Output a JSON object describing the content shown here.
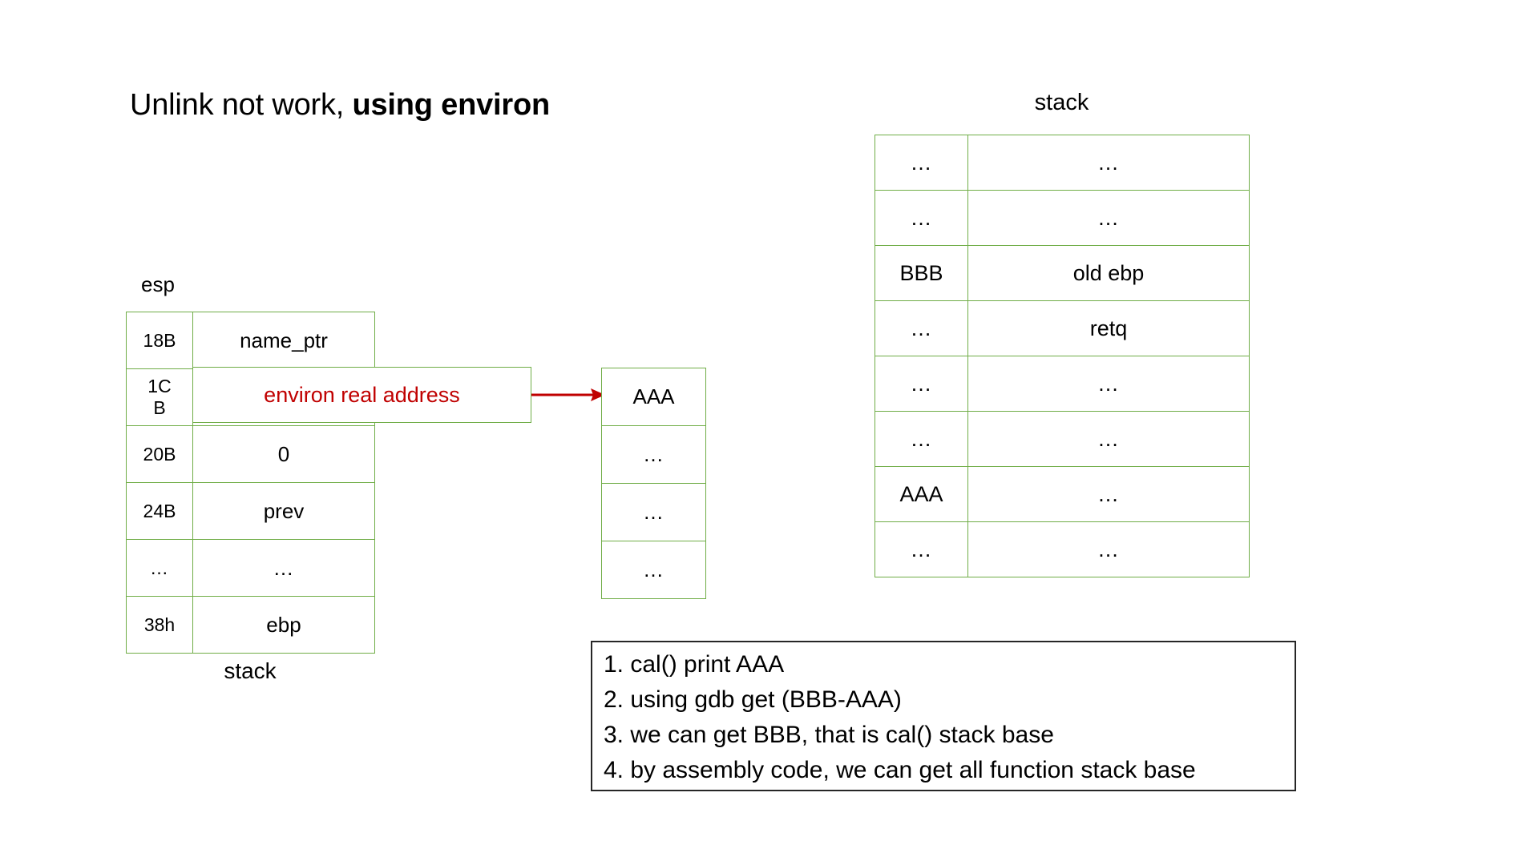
{
  "slide": {
    "title_plain": "Unlink not work, ",
    "title_bold": "using environ"
  },
  "colors": {
    "table_border_green": "#70AD47",
    "environ_text_red": "#C00000",
    "arrow_red": "#C00000",
    "notes_border": "#262626"
  },
  "left_stack": {
    "pointer_label": "esp",
    "caption": "stack",
    "rows": [
      {
        "addr": "18B",
        "value": "name_ptr"
      },
      {
        "addr": "1C\nB",
        "value": "environ real address"
      },
      {
        "addr": "20B",
        "value": "0"
      },
      {
        "addr": "24B",
        "value": "prev"
      },
      {
        "addr": "…",
        "value": "…"
      },
      {
        "addr": "38h",
        "value": "ebp"
      }
    ],
    "environ_row": {
      "addr_line1": "1C",
      "addr_line2": "B",
      "value": "environ real address"
    }
  },
  "environ_target": {
    "arrow_icon": "arrow-right-icon",
    "rows": [
      {
        "value": "AAA"
      },
      {
        "value": "…"
      },
      {
        "value": "…"
      },
      {
        "value": "…"
      }
    ]
  },
  "right_stack": {
    "caption": "stack",
    "rows": [
      {
        "addr": "…",
        "value": "…"
      },
      {
        "addr": "…",
        "value": "…"
      },
      {
        "addr": "BBB",
        "value": "old ebp"
      },
      {
        "addr": "…",
        "value": "retq"
      },
      {
        "addr": "…",
        "value": "…"
      },
      {
        "addr": "…",
        "value": "…"
      },
      {
        "addr": "AAA",
        "value": "…"
      },
      {
        "addr": "…",
        "value": "…"
      }
    ]
  },
  "notes": {
    "lines": [
      "1. cal() print AAA",
      "2. using gdb get (BBB-AAA)",
      "3. we can get BBB, that is cal() stack base",
      "4. by assembly code, we can get all function stack base"
    ]
  }
}
